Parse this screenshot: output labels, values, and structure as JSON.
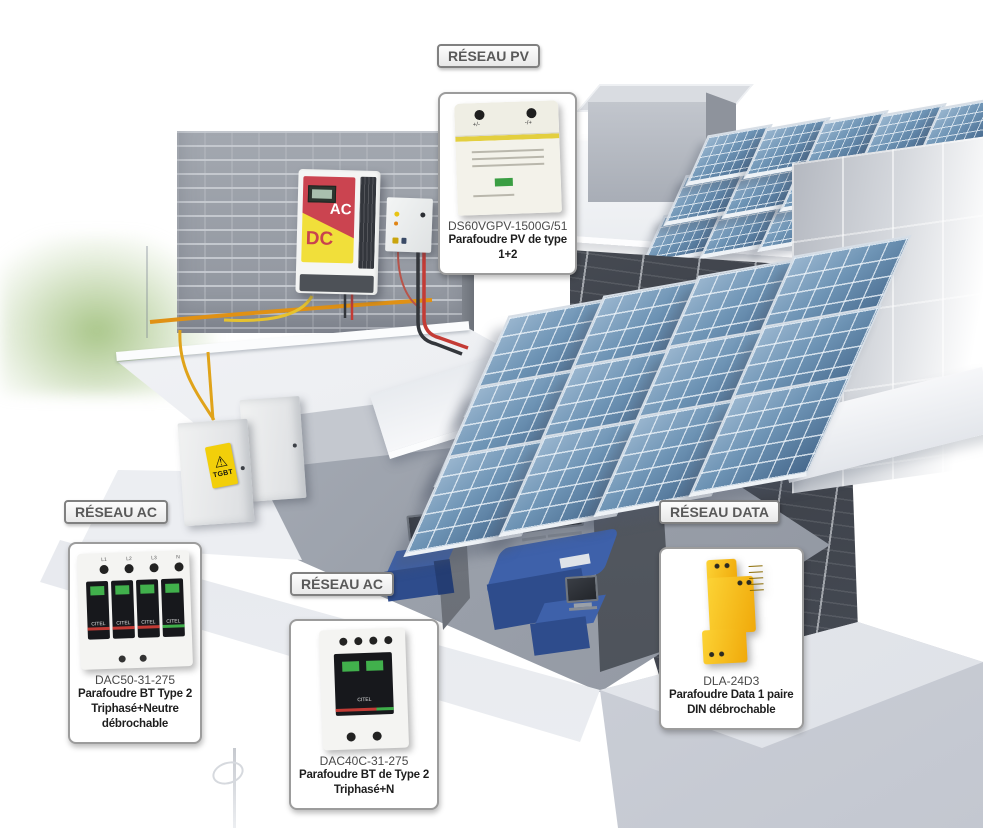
{
  "callouts": {
    "pv": {
      "tag": "RÉSEAU PV",
      "model": "DS60VGPV-1500G/51",
      "description_lines": [
        "Parafoudre PV de type",
        "1+2"
      ]
    },
    "ac_left": {
      "tag": "RÉSEAU AC",
      "model": "DAC50-31-275",
      "description_lines": [
        "Parafoudre BT Type 2",
        "Triphasé+Neutre",
        "débrochable"
      ]
    },
    "ac_center": {
      "tag": "RÉSEAU AC",
      "model": "DAC40C-31-275",
      "description_lines": [
        "Parafoudre BT de Type 2",
        "Triphasé+N"
      ]
    },
    "data": {
      "tag": "RÉSEAU DATA",
      "model": "DLA-24D3",
      "description_lines": [
        "Parafoudre Data 1 paire",
        "DIN débrochable"
      ]
    }
  },
  "scene": {
    "inverter": {
      "ac": "AC",
      "dc": "DC"
    },
    "tgbt_sticker": "TGBT",
    "warning_glyph": "⚠",
    "pv_device": {
      "terminal_left": "+/-",
      "terminal_right": "-/+"
    },
    "dac50_device": {
      "terminals": [
        "L1",
        "L2",
        "L3",
        "N"
      ],
      "brand": "CITEL"
    },
    "dac40_device": {
      "brand": "CITEL"
    },
    "colors": {
      "label_border": "#808080",
      "card_border": "#9c9c9c",
      "inverter_red": "#cb4450",
      "inverter_yellow": "#f1df3a",
      "solar_panel_blue": "#6e94b5",
      "data_device_yellow": "#f2b705",
      "module_green": "#3fae4a",
      "cable_orange": "#e09114",
      "cable_red": "#c43b35",
      "tgbt_yellow": "#f2cf0a"
    }
  }
}
